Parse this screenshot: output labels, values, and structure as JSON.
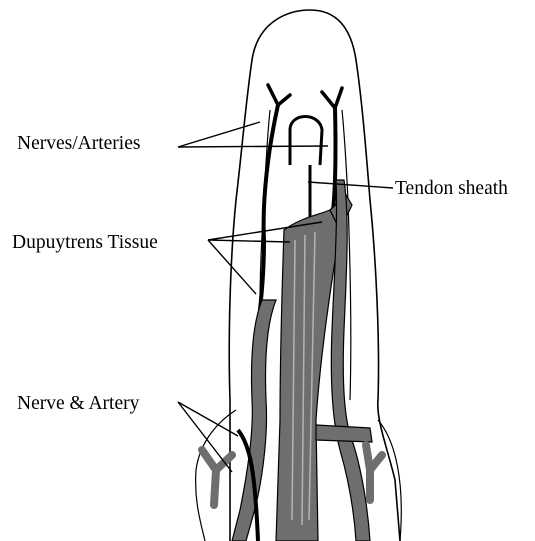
{
  "labels": {
    "nerves_arteries": "Nerves/Arteries",
    "tendon_sheath": "Tendon sheath",
    "dupuytrens_tissue": "Dupuytrens Tissue",
    "nerve_artery": "Nerve & Artery"
  },
  "colors": {
    "outline": "#000000",
    "tissue_fill": "#6e6e6e",
    "tissue_light": "#b4b4b4",
    "background": "#ffffff"
  }
}
